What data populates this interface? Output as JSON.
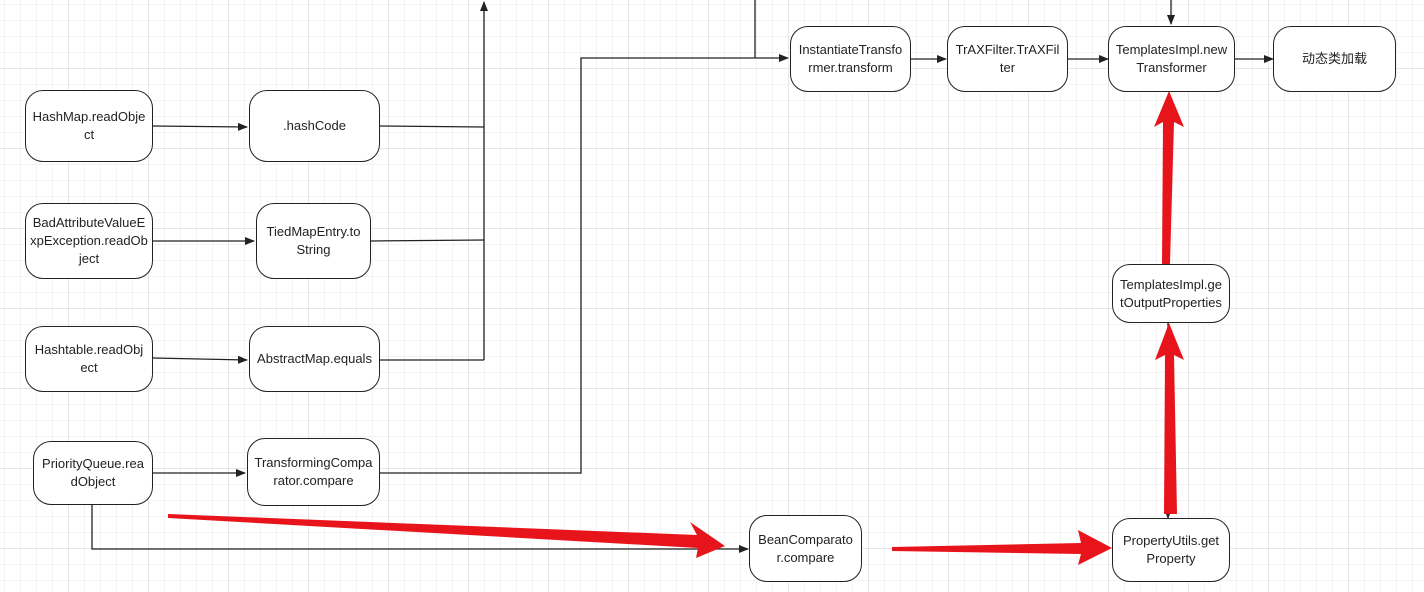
{
  "colors": {
    "stroke": "#222222",
    "highlight": "#e8141b",
    "grid": "#e6e6e6"
  },
  "nodes": {
    "hashmap_readobject": "HashMap.readObject",
    "hashcode": ".hashCode",
    "badattr_readobject": "BadAttributeValueExpException.readObject",
    "tiedmapentry_tostring": "TiedMapEntry.toString",
    "hashtable_readobject": "Hashtable.readObject",
    "abstractmap_equals": "AbstractMap.equals",
    "priorityqueue_readobject": "PriorityQueue.readObject",
    "transformingcomparator_compare": "TransformingComparator.compare",
    "beancomparator_compare": "BeanComparator.compare",
    "propertyutils_getproperty": "PropertyUtils.getProperty",
    "templatesimpl_getoutputproperties": "TemplatesImpl.getOutputProperties",
    "instantiatetransformer_transform": "InstantiateTransformer.transform",
    "traxfilter_traxfilter": "TrAXFilter.TrAXFilter",
    "templatesimpl_newtransformer": "TemplatesImpl.newTransformer",
    "dynamic_class_loading": "动态类加载"
  }
}
